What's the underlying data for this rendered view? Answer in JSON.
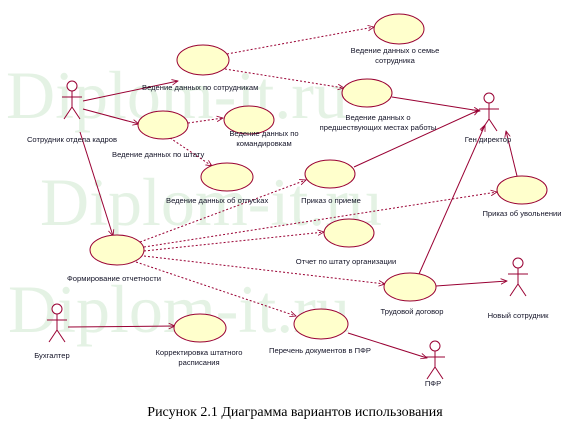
{
  "watermark": "Diplom-it.ru",
  "caption": "Рисунок 2.1 Диаграмма вариантов использования",
  "colors": {
    "use_case_fill": "#ffffcc",
    "line": "#990033",
    "text": "#141428",
    "watermark": "#cfe9cf"
  },
  "actors": [
    {
      "id": "hr",
      "label": [
        "Сотрудник отдела кадров"
      ]
    },
    {
      "id": "accountant",
      "label": [
        "Бухгалтер"
      ]
    },
    {
      "id": "director",
      "label": [
        "Ген директор"
      ]
    },
    {
      "id": "new_employee",
      "label": [
        "Новый сотрудник"
      ]
    },
    {
      "id": "pfr",
      "label": [
        "ПФР"
      ]
    }
  ],
  "use_cases": [
    {
      "id": "family",
      "label": [
        "Ведение данных о семье",
        "сотрудника"
      ]
    },
    {
      "id": "employees",
      "label": [
        "Ведение данных по сотрудникам"
      ]
    },
    {
      "id": "prev_jobs",
      "label": [
        "Ведение данных о",
        "предшествующих местах работы"
      ]
    },
    {
      "id": "staff",
      "label": [
        "Ведение данных по штату"
      ]
    },
    {
      "id": "trips",
      "label": [
        "Ведение данных по",
        "командировкам"
      ]
    },
    {
      "id": "vacations",
      "label": [
        "Ведение данных об отпусках"
      ]
    },
    {
      "id": "hire_order",
      "label": [
        "Приказ о приеме"
      ]
    },
    {
      "id": "fire_order",
      "label": [
        "Приказ об увольнении"
      ]
    },
    {
      "id": "reporting",
      "label": [
        "Формирование отчетности"
      ]
    },
    {
      "id": "staff_report",
      "label": [
        "Отчет по штату организации"
      ]
    },
    {
      "id": "contract",
      "label": [
        "Трудовой договор"
      ]
    },
    {
      "id": "pfr_docs",
      "label": [
        "Перечень документов в ПФР"
      ]
    },
    {
      "id": "schedule_fix",
      "label": [
        "Корректировка штатного",
        "расписания"
      ]
    }
  ],
  "associations": [
    [
      "hr",
      "employees"
    ],
    [
      "hr",
      "staff"
    ],
    [
      "hr",
      "reporting"
    ],
    [
      "accountant",
      "schedule_fix"
    ],
    [
      "pfr_docs",
      "pfr"
    ],
    [
      "contract",
      "new_employee"
    ],
    [
      "hire_order",
      "director"
    ],
    [
      "prev_jobs",
      "director"
    ],
    [
      "fire_order",
      "director"
    ],
    [
      "contract",
      "director"
    ]
  ],
  "dependencies": [
    [
      "employees",
      "family"
    ],
    [
      "employees",
      "prev_jobs"
    ],
    [
      "staff",
      "trips"
    ],
    [
      "staff",
      "vacations"
    ],
    [
      "reporting",
      "hire_order"
    ],
    [
      "reporting",
      "fire_order"
    ],
    [
      "reporting",
      "staff_report"
    ],
    [
      "reporting",
      "contract"
    ],
    [
      "reporting",
      "pfr_docs"
    ]
  ]
}
